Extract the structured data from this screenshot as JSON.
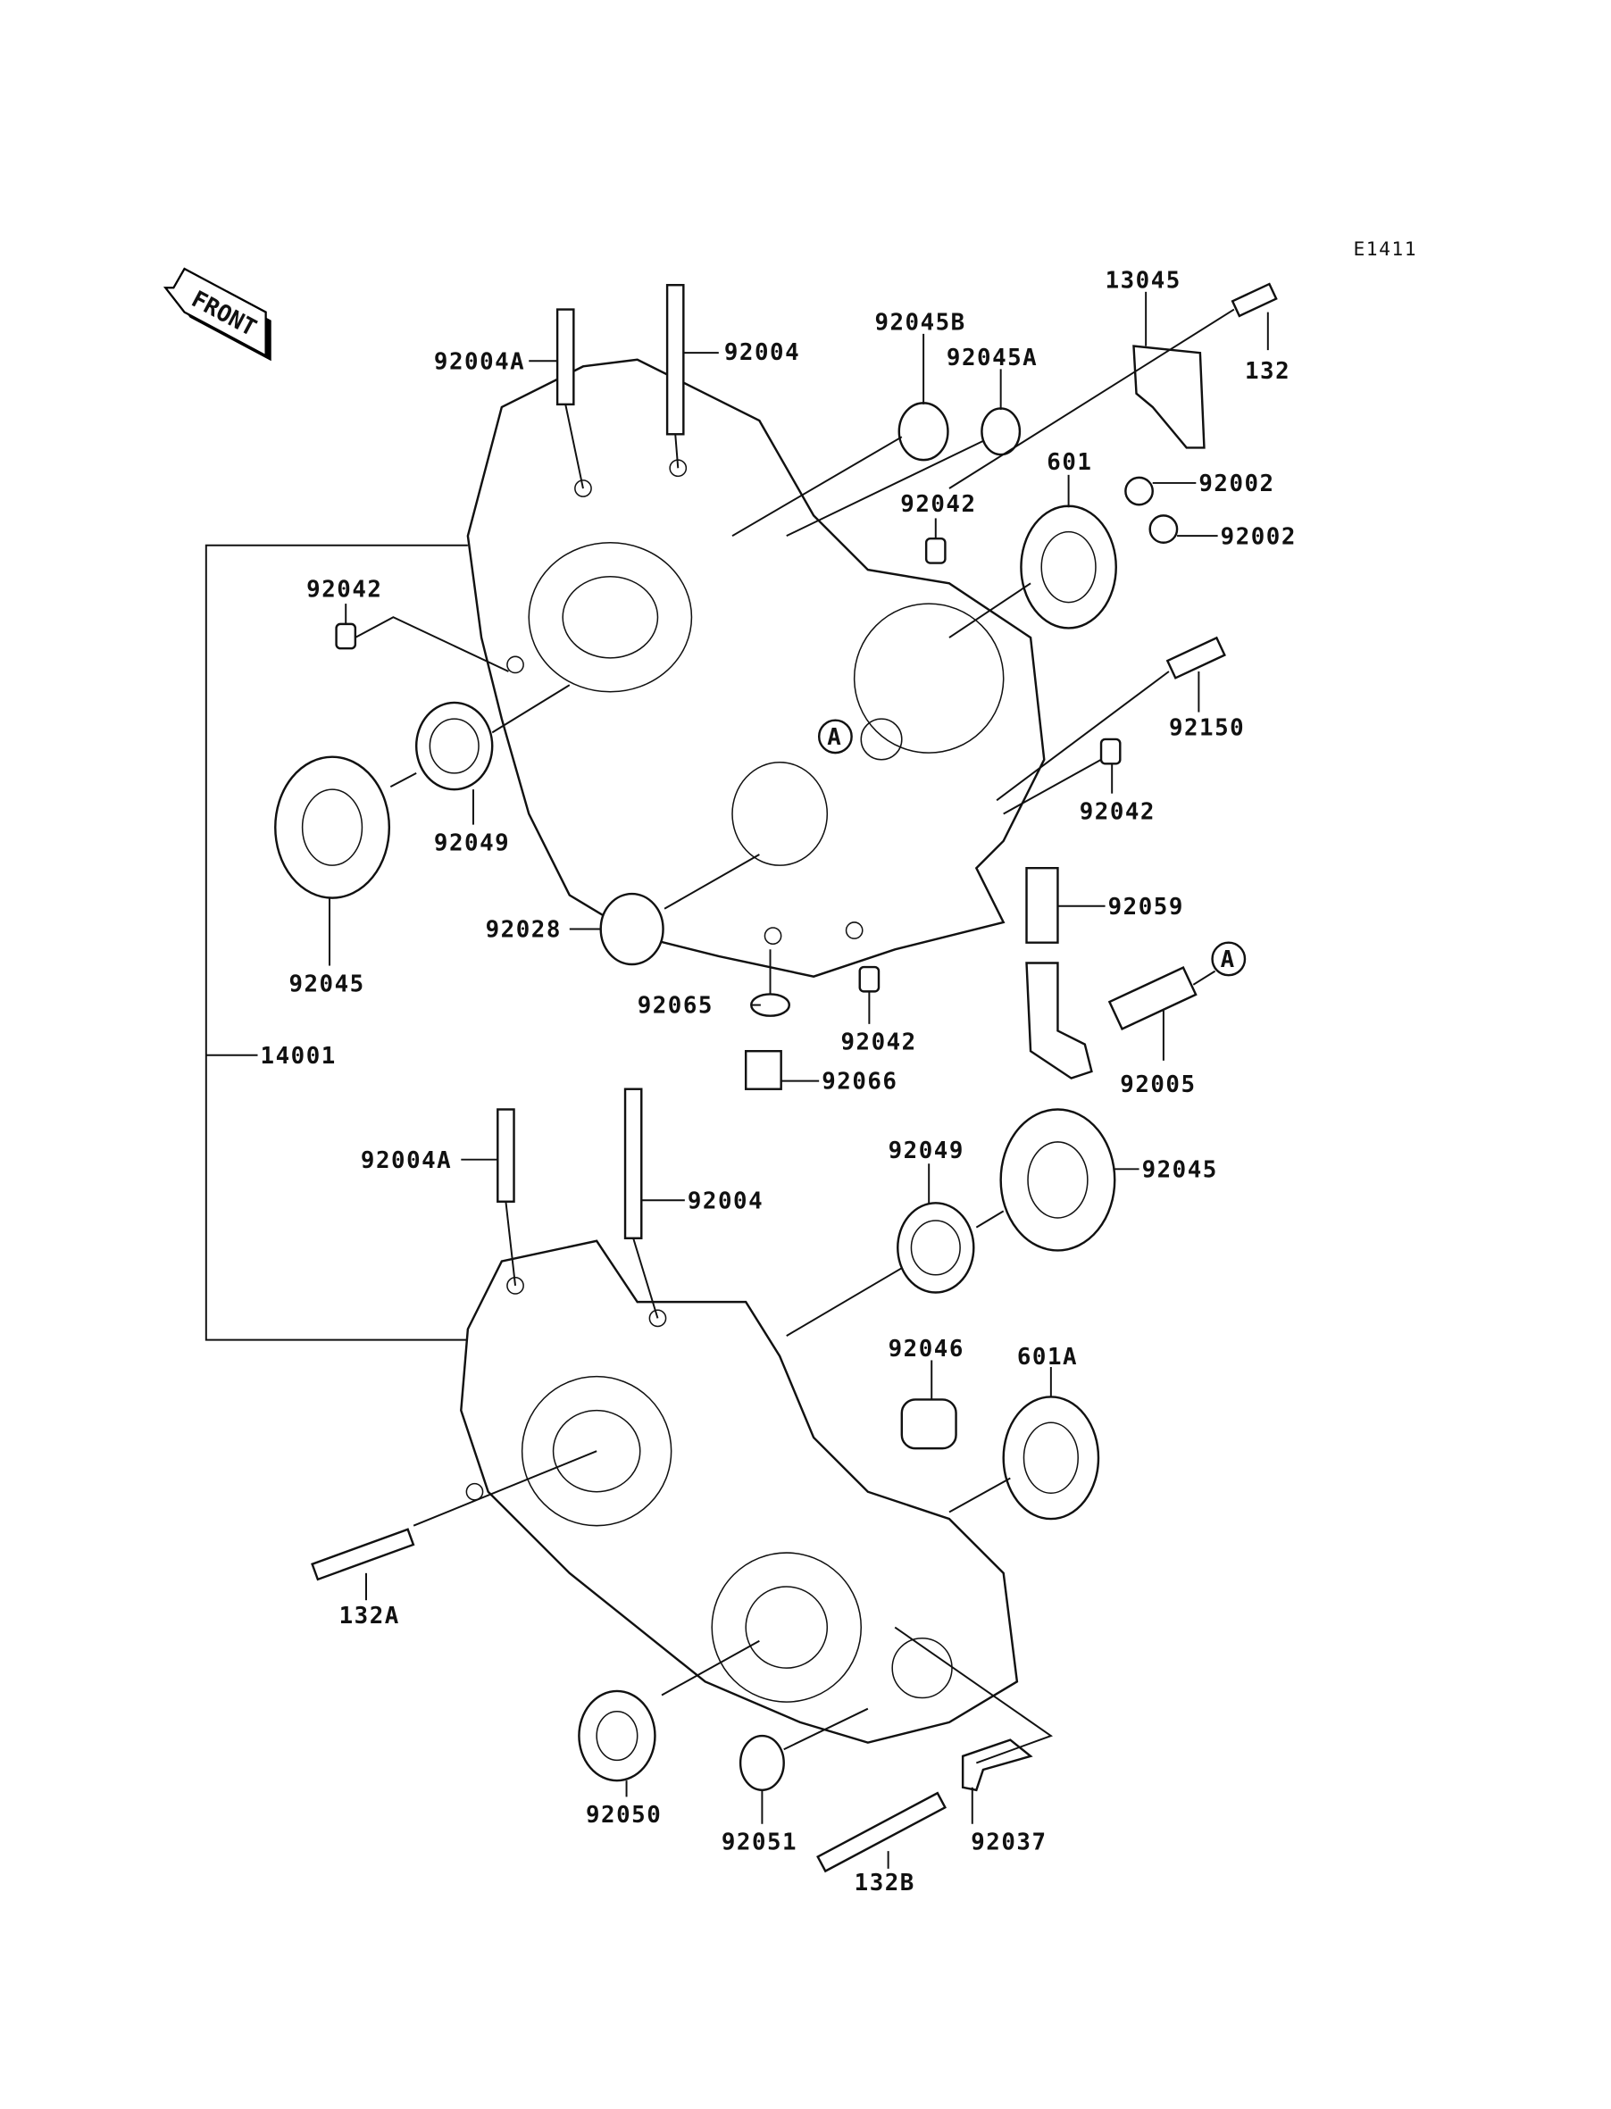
{
  "diagram": {
    "code": "E1411",
    "front_label": "FRONT",
    "ref_marker": "A",
    "labels": {
      "p92004A_top": "92004A",
      "p92004_top": "92004",
      "p92045B": "92045B",
      "p92045A": "92045A",
      "p13045": "13045",
      "p132": "132",
      "p601": "601",
      "p92002_a": "92002",
      "p92002_b": "92002",
      "p92042_top": "92042",
      "p92042_left": "92042",
      "p92150": "92150",
      "p92042_right": "92042",
      "p92049_top": "92049",
      "p92045_left": "92045",
      "p92028": "92028",
      "p92059": "92059",
      "p92065": "92065",
      "p92042_bottom": "92042",
      "p92005": "92005",
      "p92066": "92066",
      "p14001": "14001",
      "p92004A_bot": "92004A",
      "p92004_bot": "92004",
      "p92049_bot": "92049",
      "p92045_bot": "92045",
      "p92046": "92046",
      "p601A": "601A",
      "p132A": "132A",
      "p92050": "92050",
      "p92051": "92051",
      "p92037": "92037",
      "p132B": "132B"
    }
  }
}
